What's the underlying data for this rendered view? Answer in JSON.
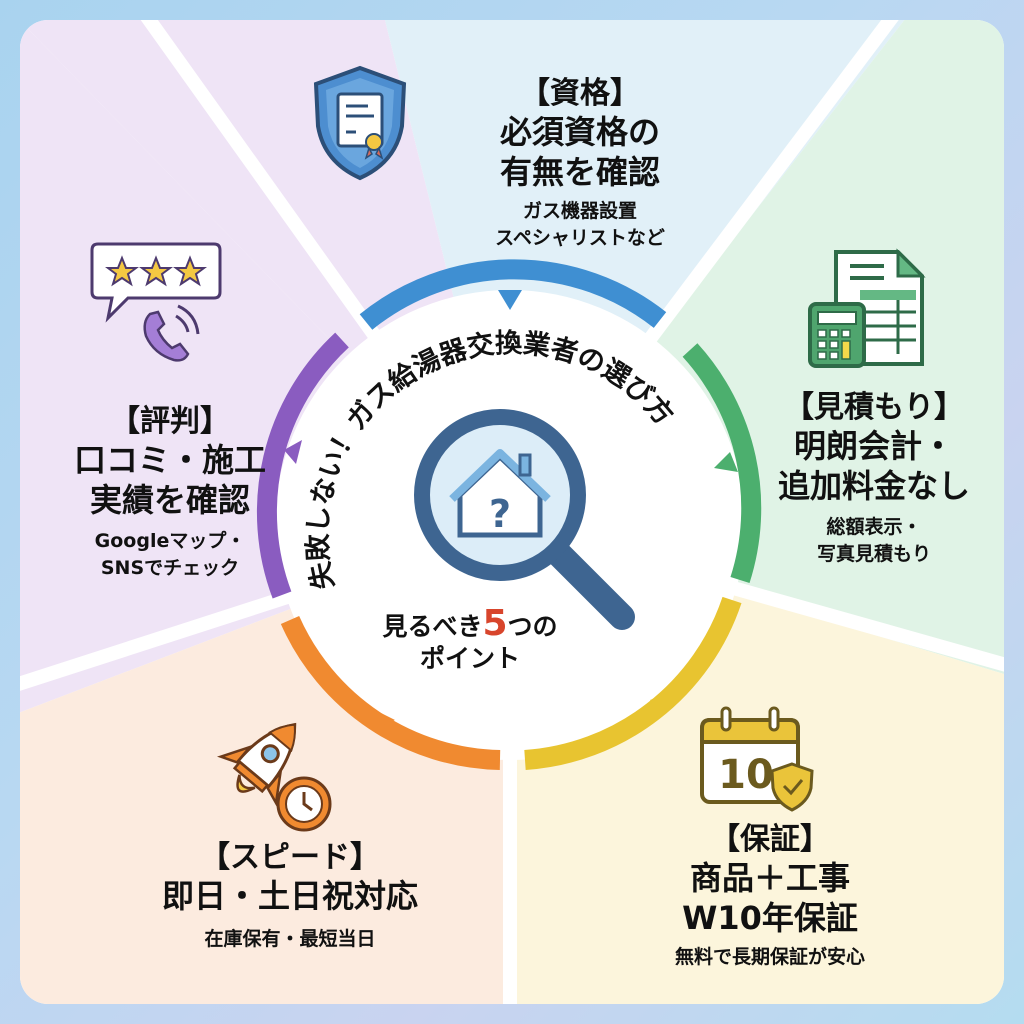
{
  "infographic": {
    "title_arc": "失敗しない！ガス給湯器交換業者の選び方",
    "subtitle_line1_pre": "見るべき",
    "subtitle_number": "5",
    "subtitle_line1_post": "つの",
    "subtitle_line2": "ポイント",
    "center_icon": "magnifier-house-question-icon",
    "sections": [
      {
        "key": "qualification",
        "category": "【資格】",
        "headline_lines": [
          "必須資格の",
          "有無を確認"
        ],
        "detail_lines": [
          "ガス機器設置",
          "スペシャリストなど"
        ],
        "icon": "shield-certificate-icon",
        "accent_color": "#3f8fd2",
        "bg_color": "#e1f0f8"
      },
      {
        "key": "estimate",
        "category": "【見積もり】",
        "headline_lines": [
          "明朗会計・",
          "追加料金なし"
        ],
        "detail_lines": [
          "総額表示・",
          "写真見積もり"
        ],
        "icon": "calculator-document-icon",
        "accent_color": "#4caf6e",
        "bg_color": "#e0f3e6"
      },
      {
        "key": "warranty",
        "category": "【保証】",
        "headline_lines": [
          "商品＋工事",
          "W10年保証"
        ],
        "detail_lines": [
          "無料で長期保証が安心"
        ],
        "icon": "calendar-10-shield-icon",
        "icon_number": "10",
        "accent_color": "#e8c430",
        "bg_color": "#fcf5dc"
      },
      {
        "key": "speed",
        "category": "【スピード】",
        "headline_lines": [
          "即日・土日祝対応"
        ],
        "detail_lines": [
          "在庫保有・最短当日"
        ],
        "icon": "rocket-clock-icon",
        "accent_color": "#f08a30",
        "bg_color": "#fcebdf"
      },
      {
        "key": "reputation",
        "category": "【評判】",
        "headline_lines": [
          "口コミ・施工",
          "実績を確認"
        ],
        "detail_lines": [
          "Googleマップ・",
          "SNSでチェック"
        ],
        "icon": "rating-stars-phone-icon",
        "accent_color": "#8a5cc0",
        "bg_color": "#efe4f6"
      }
    ]
  }
}
